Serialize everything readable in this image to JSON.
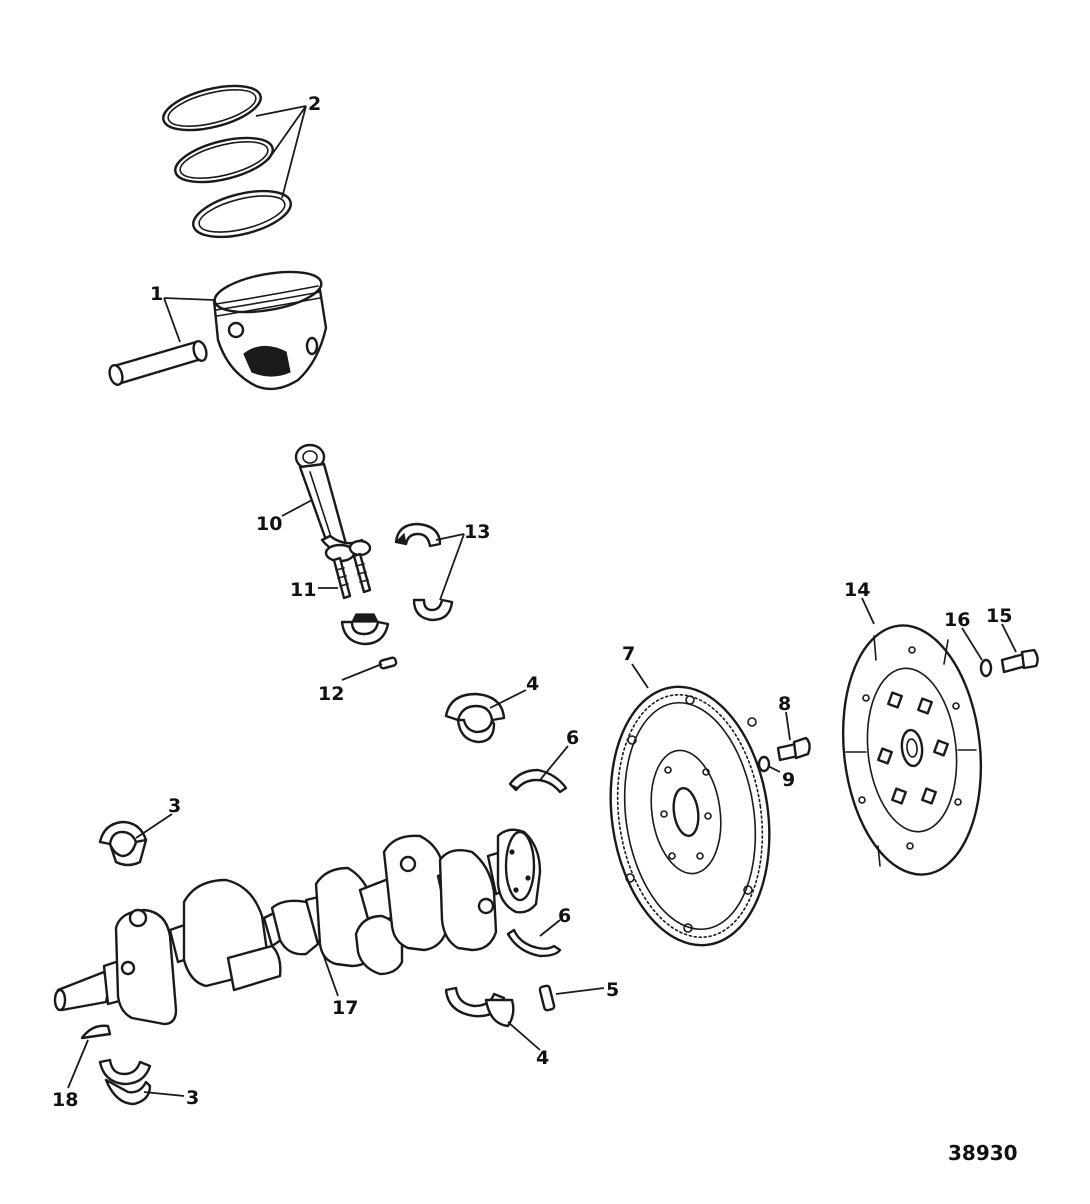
{
  "diagram": {
    "figure_number": "38930",
    "callouts": [
      {
        "id": "c1",
        "label": "1"
      },
      {
        "id": "c2",
        "label": "2"
      },
      {
        "id": "c3a",
        "label": "3"
      },
      {
        "id": "c3b",
        "label": "3"
      },
      {
        "id": "c4a",
        "label": "4"
      },
      {
        "id": "c4b",
        "label": "4"
      },
      {
        "id": "c5",
        "label": "5"
      },
      {
        "id": "c6a",
        "label": "6"
      },
      {
        "id": "c6b",
        "label": "6"
      },
      {
        "id": "c7",
        "label": "7"
      },
      {
        "id": "c8",
        "label": "8"
      },
      {
        "id": "c9",
        "label": "9"
      },
      {
        "id": "c10",
        "label": "10"
      },
      {
        "id": "c11",
        "label": "11"
      },
      {
        "id": "c12",
        "label": "12"
      },
      {
        "id": "c13",
        "label": "13"
      },
      {
        "id": "c14",
        "label": "14"
      },
      {
        "id": "c15",
        "label": "15"
      },
      {
        "id": "c16",
        "label": "16"
      },
      {
        "id": "c17",
        "label": "17"
      },
      {
        "id": "c18",
        "label": "18"
      }
    ]
  }
}
